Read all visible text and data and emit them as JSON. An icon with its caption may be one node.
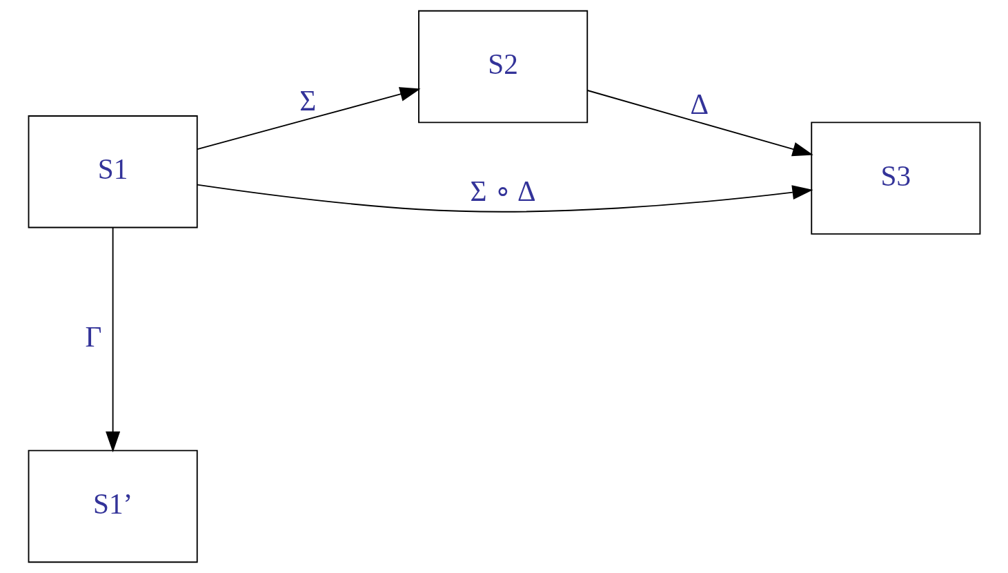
{
  "diagram": {
    "nodes": [
      {
        "text": [
          "S1"
        ]
      },
      {
        "text": [
          "S2"
        ]
      },
      {
        "text": [
          "S3"
        ]
      },
      {
        "text": [
          "S1’"
        ]
      }
    ],
    "edges": [
      {
        "from": 0,
        "to": 3,
        "arrow": "to",
        "label": "Γ"
      },
      {
        "from": 0,
        "to": 1,
        "arrow": "to",
        "label": "Σ"
      },
      {
        "from": 1,
        "to": 2,
        "arrow": "to",
        "label": "Δ"
      },
      {
        "from": 0,
        "to": 2,
        "arrow": "to",
        "label": "Σ ∘ Δ"
      }
    ]
  }
}
